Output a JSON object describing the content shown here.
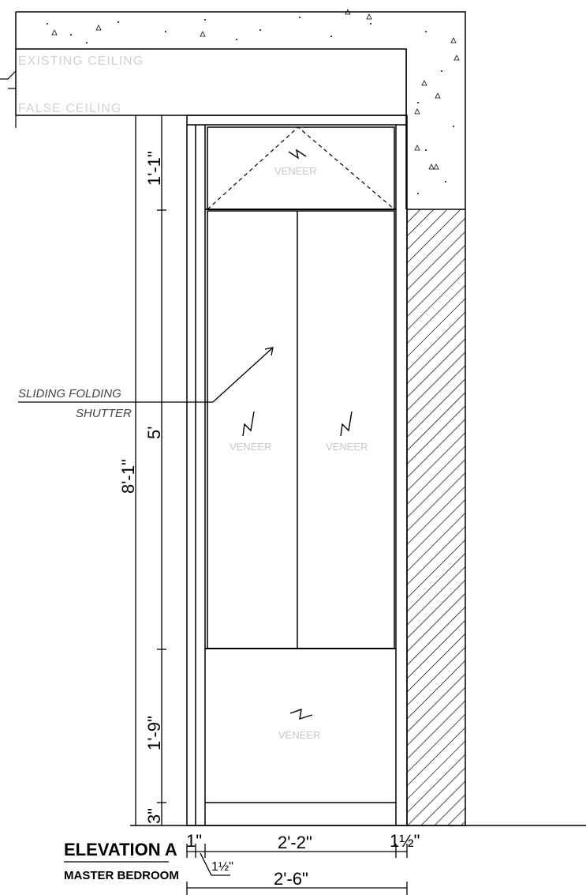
{
  "labels": {
    "existing_ceiling": "EXISTING CEILING",
    "false_ceiling": "FALSE CEILING",
    "veneer": "VENEER",
    "shutter_line1": "SLIDING FOLDING",
    "shutter_line2": "SHUTTER"
  },
  "dimensions": {
    "top_panel": "1'-1\"",
    "middle_panel": "5'",
    "bottom_panel": "1'-9\"",
    "plinth": "3\"",
    "overall_height": "8'-1\"",
    "left_frame": "1\"",
    "inner_width": "2'-2\"",
    "right_frame": "1½\"",
    "left_stile": "1½\"",
    "overall_width": "2'-6\""
  },
  "title": {
    "main": "ELEVATION A",
    "sub": "MASTER BEDROOM"
  }
}
